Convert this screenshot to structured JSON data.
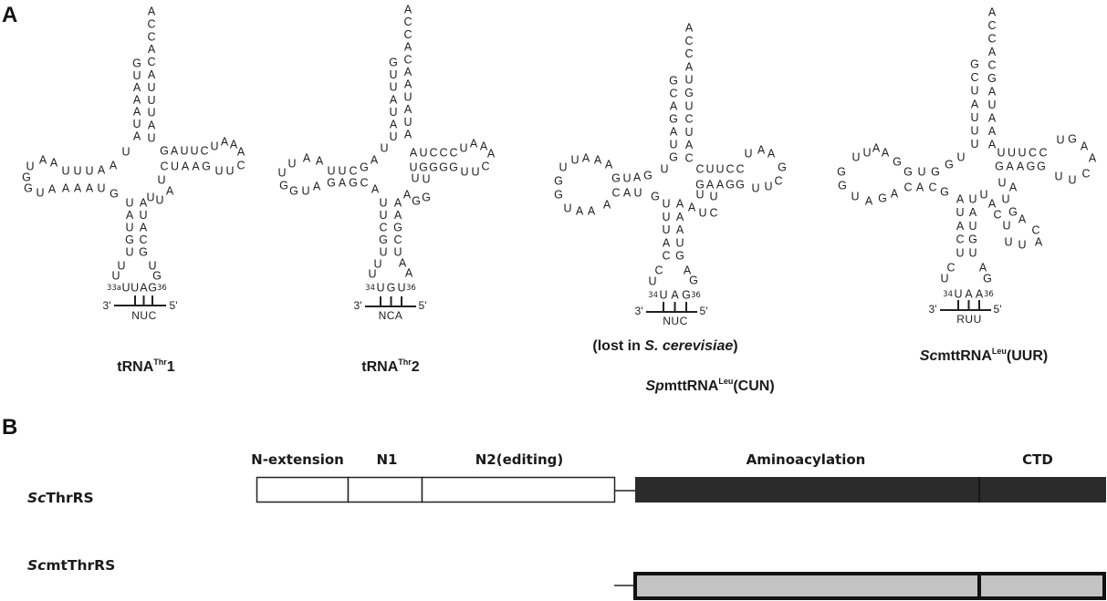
{
  "panel_labels": {
    "a": "A",
    "b": "B"
  },
  "trnas": [
    {
      "title": {
        "italic": "",
        "pre": "tRNA",
        "sup": "Thr",
        "post": "1"
      },
      "runs": [
        "ACCACAUUUAU",
        "GUAAAUA",
        "UUUAA",
        "U",
        "UAA",
        "GGUA",
        "AAAUG",
        "UAUGU",
        "AUACG",
        "UU",
        "UG",
        "UUAG",
        "UAUU",
        "GAUUC",
        "UAAA",
        "CUAAG",
        "UUC"
      ],
      "anticodon_start": "33a",
      "anticodon_end": "36",
      "codon": {
        "three": "3'",
        "letters": "NUC",
        "five": "5'"
      }
    },
    {
      "title": {
        "italic": "",
        "pre": "tRNA",
        "sup": "Thr",
        "post": "2"
      },
      "runs": [
        "ACCACAAUAUA",
        "GUUAUAU",
        "U",
        "A",
        "UUCG",
        "UUAA",
        "GGUA",
        "GAGC",
        "A",
        "UUCGU",
        "AAGCU",
        "UU",
        "AA",
        "UGU",
        "AGG",
        "UU",
        "AUCCC",
        "UAAA",
        "UGGGG",
        "UUC"
      ],
      "anticodon_start": "34",
      "anticodon_end": "36",
      "codon": {
        "three": "3'",
        "letters": "NCA",
        "five": "5'"
      }
    },
    {
      "note": {
        "pre": "(lost in ",
        "italic": "S. cerevisiae",
        "post": ")"
      },
      "title": {
        "italic": "Sp",
        "pre": "mttRNA",
        "sup": "Leu",
        "post": "(CUN)"
      },
      "runs": [
        "ACCAUGUCUAC",
        "GCAGAUG",
        "U",
        "GUAG",
        "UUAAA",
        "GGUAAA",
        "CAU",
        "G",
        "UUUAC",
        "AAAUG",
        "CU",
        "AG",
        "UAG",
        "AUC",
        "UU",
        "CUUCC",
        "UAAG",
        "GAAGG",
        "UUC"
      ],
      "anticodon_start": "34",
      "anticodon_end": "36",
      "codon": {
        "three": "3'",
        "letters": "NUC",
        "five": "5'"
      }
    },
    {
      "title": {
        "italic": "Sc",
        "pre": "mttRNA",
        "sup": "Leu",
        "post": "(UUR)"
      },
      "runs": [
        "ACCACGAUAAA",
        "GCUAUUU",
        "U",
        "GGUGG",
        "GUUAA",
        "GUAGACACG",
        "AUACU",
        "UAUGU",
        "CU",
        "AG",
        "UAA",
        "UA",
        "UACU",
        "UGA",
        "CAUU",
        "UUUCC",
        "UGAA",
        "GAAGG",
        "UUC"
      ],
      "anticodon_start": "34",
      "anticodon_end": "36",
      "codon": {
        "three": "3'",
        "letters": "RUU",
        "five": "5'"
      }
    }
  ],
  "panel_b": {
    "domains": {
      "n_extension": "N-extension",
      "n1": "N1",
      "n2": "N2(editing)",
      "aminoacylation": "Aminoacylation",
      "ctd": "CTD"
    },
    "proteins": [
      {
        "italic": "Sc",
        "rest": "ThrRS"
      },
      {
        "italic": "Sc",
        "rest": "mtThrRS"
      }
    ],
    "colors": {
      "catalytic_cytosolic": "#2b2b2b",
      "catalytic_mito": "#c3c3c3",
      "n_terminal": "#ffffff"
    }
  }
}
